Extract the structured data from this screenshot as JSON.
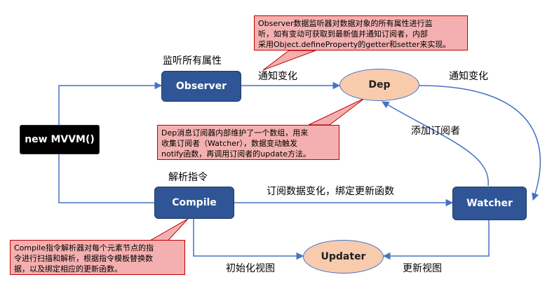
{
  "nodes": {
    "mvvm": "new MVVM()",
    "observer": "Observer",
    "compile": "Compile",
    "dep": "Dep",
    "watcher": "Watcher",
    "updater": "Updater"
  },
  "labels": {
    "observer_top": "监听所有属性",
    "compile_top": "解析指令",
    "observer_to_dep": "通知变化",
    "dep_to_watcher": "通知变化",
    "watcher_to_dep": "添加订阅者",
    "compile_to_watcher": "订阅数据变化，绑定更新函数",
    "compile_to_updater": "初始化视图",
    "watcher_to_updater": "更新视图"
  },
  "notes": {
    "observer": [
      "Observer数据监听器对数据对象的所有属性进行监",
      "听，如有变动可获取到最新值并通知订阅者，内部",
      "采用Object.defineProperty的getter和setter来实现。"
    ],
    "dep": [
      "Dep消息订阅器内部维护了一个数组，用来",
      "收集订阅者（Watcher），数据变动触发",
      "notify函数，再调用订阅者的update方法。"
    ],
    "compile": [
      "Compile指令解析器对每个元素节点的指",
      "令进行扫描和解析，根据指令模板替换数",
      "据，以及绑定相应的更新函数。"
    ]
  },
  "colors": {
    "node_fill": "#2f5597",
    "ellipse_fill": "#f8cbad",
    "note_fill": "#f4b0b0",
    "note_border": "#c00000",
    "arrow": "#4472c4"
  }
}
